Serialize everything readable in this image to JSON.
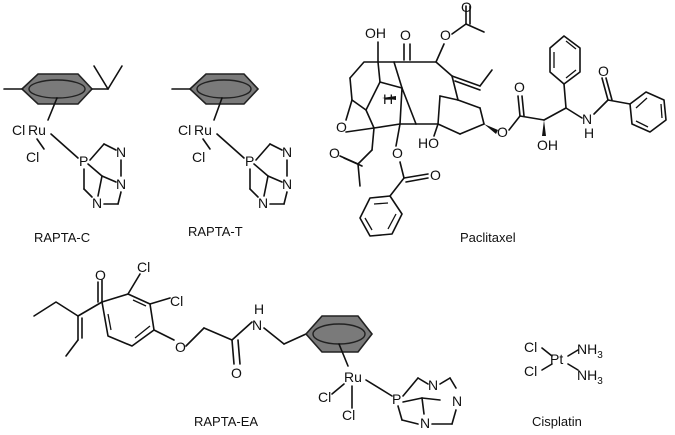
{
  "compounds": [
    {
      "id": "rapta-c",
      "caption": "RAPTA-C"
    },
    {
      "id": "rapta-t",
      "caption": "RAPTA-T"
    },
    {
      "id": "paclitaxel",
      "caption": "Paclitaxel"
    },
    {
      "id": "rapta-ea",
      "caption": "RAPTA-EA"
    },
    {
      "id": "cisplatin",
      "caption": "Cisplatin"
    }
  ],
  "atoms": {
    "ru": "Ru",
    "cl": "Cl",
    "p": "P",
    "n": "N",
    "o": "O",
    "oh": "OH",
    "ho": "HO",
    "h": "H",
    "nh": "N",
    "nh_h": "H",
    "pt": "Pt",
    "nh3": "NH",
    "nh3_sub": "3"
  }
}
